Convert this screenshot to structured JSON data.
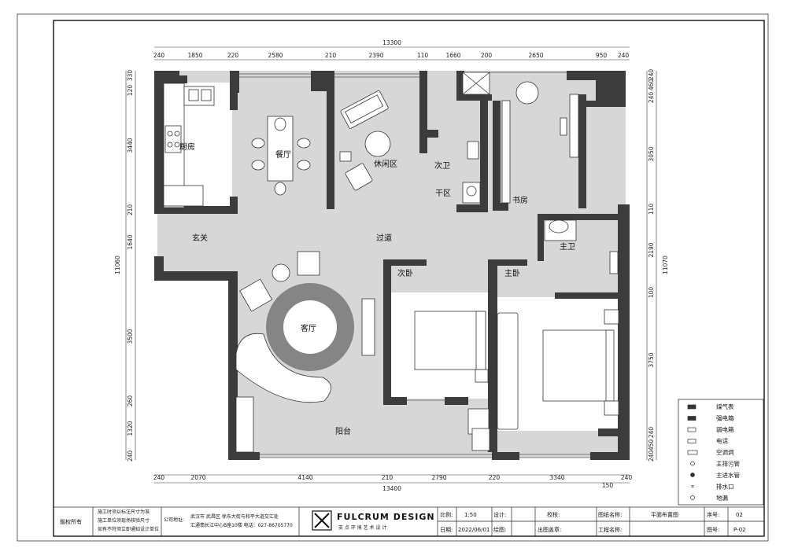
{
  "rooms": {
    "kitchen": "厨房",
    "dining": "餐厅",
    "lounge": "休闲区",
    "second_bath": "次卫",
    "dry_zone": "干区",
    "study": "书房",
    "entrance": "玄关",
    "corridor": "过道",
    "master_bath": "主卫",
    "second_bed": "次卧",
    "master_bed": "主卧",
    "living": "客厅",
    "balcony": "阳台"
  },
  "dimensions": {
    "top_total": "13300",
    "top": [
      "240",
      "1850",
      "220",
      "2580",
      "210",
      "2390",
      "110",
      "1660",
      "200",
      "2650",
      "950",
      "240"
    ],
    "bottom_total": "13400",
    "bottom": [
      "240",
      "2070",
      "4140",
      "210",
      "2790",
      "220",
      "3340",
      "240"
    ],
    "bottom_extra": "150",
    "left_total": "11060",
    "left": [
      "330",
      "120",
      "3440",
      "210",
      "1640",
      "3500",
      "260",
      "1320",
      "240"
    ],
    "right_total": "11070",
    "right": [
      "240",
      "460",
      "240",
      "3050",
      "110",
      "2190",
      "100",
      "3750",
      "240",
      "450",
      "240"
    ]
  },
  "legend": [
    {
      "label": "煤气表",
      "icon": "gas-meter-icon"
    },
    {
      "label": "强电箱",
      "icon": "strong-box-icon"
    },
    {
      "label": "弱电箱",
      "icon": "weak-box-icon"
    },
    {
      "label": "电话",
      "icon": "phone-icon"
    },
    {
      "label": "空调洞",
      "icon": "ac-hole-icon"
    },
    {
      "label": "主排污管",
      "icon": "sewage-icon"
    },
    {
      "label": "主进水管",
      "icon": "inlet-icon"
    },
    {
      "label": "排水口",
      "icon": "drain-icon"
    },
    {
      "label": "地漏",
      "icon": "floor-drain-icon"
    }
  ],
  "title_block": {
    "rights": "版权所有",
    "notes": [
      "施工时须以标注尺寸为准",
      "施工单位须现场核验尺寸",
      "如有不符须立即通知设计单位"
    ],
    "addr_label": "公司地址:",
    "addr1": "武汉市 武昌区 徐东大街与和平大道交汇处",
    "addr2": "汇通翡长江中心B座10楼 电话：027-86705770",
    "brand": "FULCRUM DESIGN",
    "brand_sub": "支 点 环 境 艺 术 设 计",
    "scale_label": "比例:",
    "scale": "1:50",
    "design_label": "设计:",
    "check_label": "校核:",
    "drawing_name_label": "图纸名称:",
    "drawing_name": "平面布置图",
    "seq_label": "序号:",
    "seq": "02",
    "date_label": "日期:",
    "date": "2022/06/01",
    "draw_label": "绘图:",
    "stamp_label": "出图盖章:",
    "project_label": "工程名称:",
    "fig_label": "图号:",
    "fig": "P-02"
  },
  "colors": {
    "wall": "#3c3c3c",
    "floor": "#d7d7d7",
    "rug": "#858585",
    "room_white": "#ffffff"
  }
}
